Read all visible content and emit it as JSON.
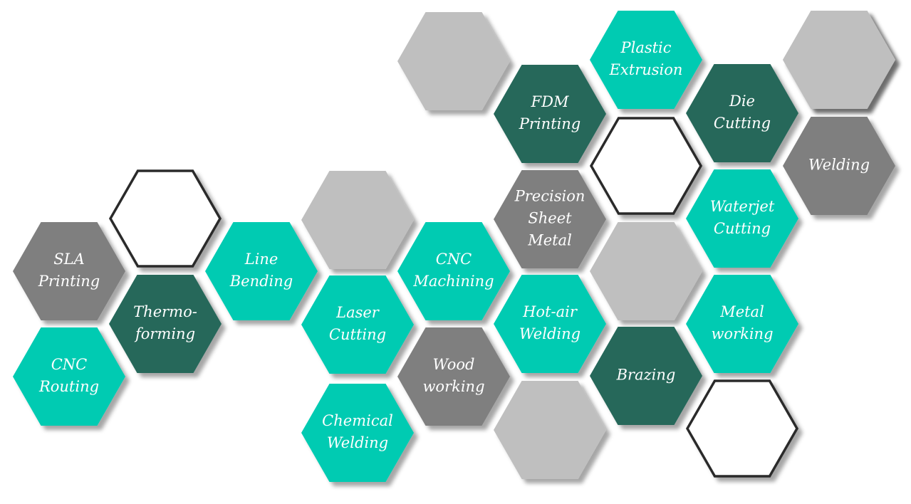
{
  "colors": {
    "teal": "#05cbb2",
    "dark": "#27675a",
    "gray": "#7f7f7f",
    "light": "#bfbfbf",
    "outline": "#2a2a2a",
    "label": "#ffffff"
  },
  "hexagons": [
    {
      "id": "sla-printing",
      "style": "gray",
      "lines": [
        "SLA",
        "Printing"
      ]
    },
    {
      "id": "cnc-routing",
      "style": "teal",
      "lines": [
        "CNC",
        "Routing"
      ]
    },
    {
      "id": "outline-1",
      "style": "outline",
      "lines": []
    },
    {
      "id": "thermoforming",
      "style": "dark",
      "lines": [
        "Thermo-",
        "forming"
      ]
    },
    {
      "id": "line-bending",
      "style": "teal",
      "lines": [
        "Line",
        "Bending"
      ]
    },
    {
      "id": "blank-gray-1",
      "style": "light",
      "lines": []
    },
    {
      "id": "laser-cutting",
      "style": "teal",
      "lines": [
        "Laser",
        "Cutting"
      ]
    },
    {
      "id": "chemical-welding",
      "style": "teal",
      "lines": [
        "Chemical",
        "Welding"
      ]
    },
    {
      "id": "cnc-machining",
      "style": "teal",
      "lines": [
        "CNC",
        "Machining"
      ]
    },
    {
      "id": "wood-working",
      "style": "gray",
      "lines": [
        "Wood",
        "working"
      ]
    },
    {
      "id": "blank-gray-2",
      "style": "light",
      "lines": []
    },
    {
      "id": "fdm-printing",
      "style": "dark",
      "lines": [
        "FDM",
        "Printing"
      ]
    },
    {
      "id": "precision-sheet-metal",
      "style": "gray",
      "lines": [
        "Precision",
        "Sheet",
        "Metal"
      ]
    },
    {
      "id": "hot-air-welding",
      "style": "teal",
      "lines": [
        "Hot-air",
        "Welding"
      ]
    },
    {
      "id": "blank-gray-3",
      "style": "light",
      "lines": []
    },
    {
      "id": "plastic-extrusion",
      "style": "teal",
      "lines": [
        "Plastic",
        "Extrusion"
      ]
    },
    {
      "id": "outline-2",
      "style": "outline",
      "lines": []
    },
    {
      "id": "blank-gray-4",
      "style": "light",
      "lines": []
    },
    {
      "id": "brazing",
      "style": "dark",
      "lines": [
        "Brazing"
      ]
    },
    {
      "id": "die-cutting",
      "style": "dark",
      "lines": [
        "Die",
        "Cutting"
      ]
    },
    {
      "id": "waterjet-cutting",
      "style": "teal",
      "lines": [
        "Waterjet",
        "Cutting"
      ]
    },
    {
      "id": "metal-working",
      "style": "teal",
      "lines": [
        "Metal",
        "working"
      ]
    },
    {
      "id": "outline-3",
      "style": "outline",
      "lines": []
    },
    {
      "id": "blank-gray-5",
      "style": "light",
      "lines": []
    },
    {
      "id": "welding",
      "style": "gray",
      "lines": [
        "Welding"
      ]
    },
    {
      "id": "blank-gray-6",
      "style": "light",
      "lines": []
    }
  ]
}
